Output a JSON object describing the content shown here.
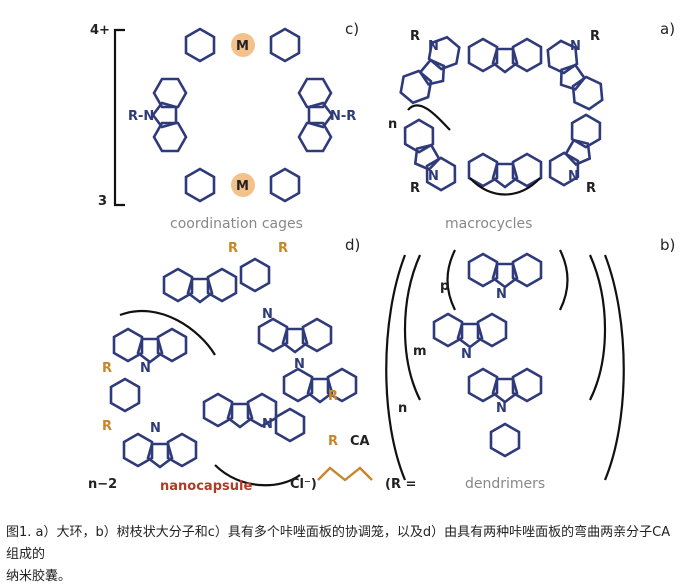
{
  "panels": {
    "a": {
      "label": "a)",
      "caption": "macrocycles"
    },
    "b": {
      "label": "b)",
      "caption": "dendrimers"
    },
    "c": {
      "label": "c)",
      "caption": "coordination cages"
    },
    "d": {
      "label": "d)",
      "title": "nanocapsule",
      "ca_label": "CA",
      "r_def": "(R =",
      "cl": "Cl⁻)",
      "n_minus_2": "n−2"
    }
  },
  "atoms": {
    "N": "N",
    "R": "R",
    "M": "M",
    "NR": "N-R",
    "RN": "R-N"
  },
  "subscripts": {
    "n": "n",
    "m": "m",
    "p": "p",
    "charge": "4+",
    "three": "3"
  },
  "caption": {
    "line1": "图1. a）大环，b）树枝状大分子和c）具有多个咔唑面板的协调笼，以及d）由具有两种咔唑面板的弯曲两亲分子CA组成的",
    "line2": "纳米胶囊。"
  }
}
